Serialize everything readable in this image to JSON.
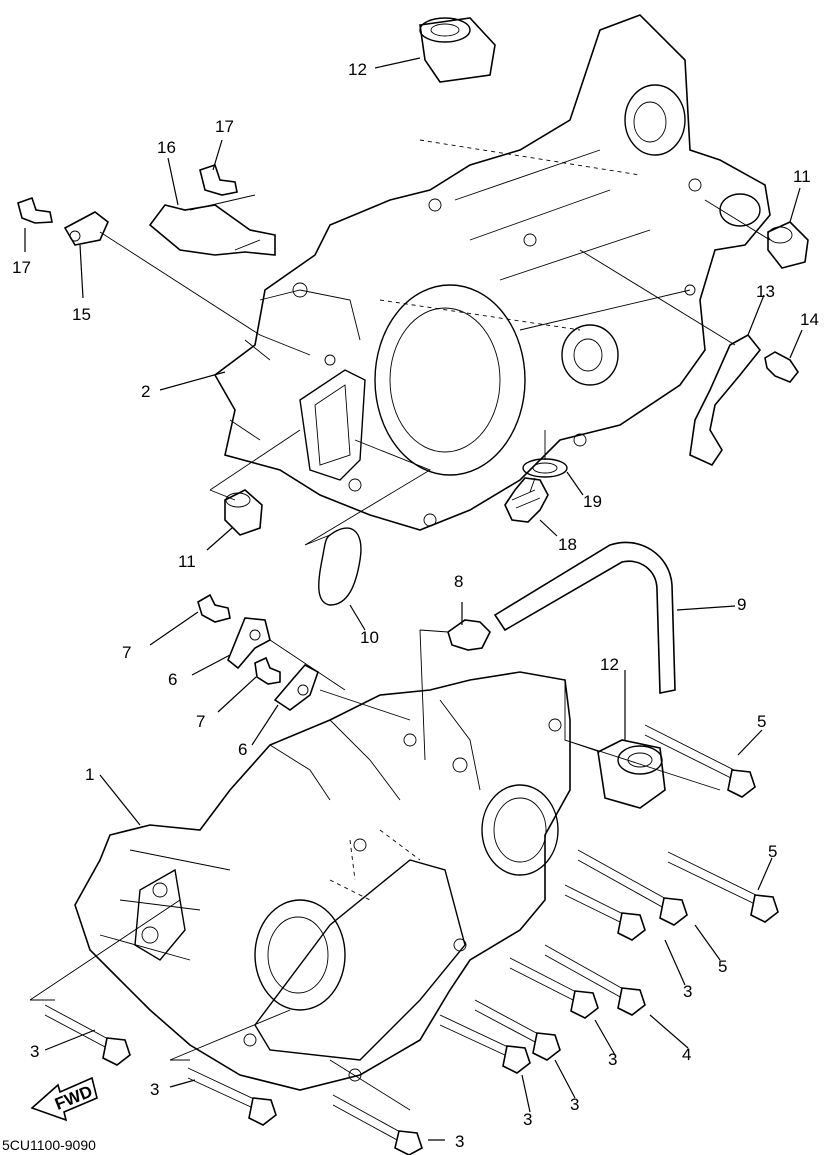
{
  "diagram_code": "5CU1100-9090",
  "fwd_badge": "FWD",
  "labels": {
    "p12_top": "12",
    "p17_upper": "17",
    "p16": "16",
    "p17_left": "17",
    "p15": "15",
    "p11_right": "11",
    "p13": "13",
    "p14": "14",
    "p2": "2",
    "p19": "19",
    "p18": "18",
    "p11_left": "11",
    "p10": "10",
    "p8": "8",
    "p9": "9",
    "p7_upper": "7",
    "p6_upper": "6",
    "p7_lower": "7",
    "p12_mid": "12",
    "p6_lower": "6",
    "p5_a": "5",
    "p1": "1",
    "p5_b": "5",
    "p5_c": "5",
    "p3_a": "3",
    "p3_b": "3",
    "p4": "4",
    "p3_c": "3",
    "p3_d": "3",
    "p3_e": "3",
    "p3_f": "3",
    "p3_g": "3",
    "p3_h": "3"
  }
}
